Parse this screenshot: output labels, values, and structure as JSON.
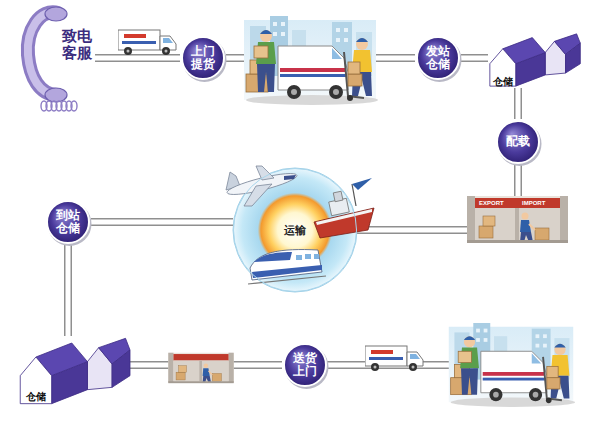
{
  "diagram": {
    "nodes": [
      {
        "text": [
          "致电客服"
        ]
      },
      {
        "text": [
          "上门提货"
        ]
      },
      {
        "text": [
          "发站仓储"
        ]
      },
      {
        "text": [
          "仓储"
        ]
      },
      {
        "text": [
          "配载"
        ]
      },
      {
        "text": [
          "运输"
        ]
      },
      {
        "text": [
          "到站仓储"
        ]
      },
      {
        "text": [
          "仓储"
        ]
      },
      {
        "text": [
          "送货上门"
        ]
      }
    ],
    "edges": [
      {
        "from": 0,
        "to": 1,
        "arrow": "none"
      },
      {
        "from": 1,
        "to": 2,
        "arrow": "none"
      },
      {
        "from": 2,
        "to": 3,
        "arrow": "none"
      },
      {
        "from": 3,
        "to": 4,
        "arrow": "none"
      },
      {
        "from": 4,
        "to": 5,
        "arrow": "none"
      },
      {
        "from": 5,
        "to": 6,
        "arrow": "none"
      },
      {
        "from": 6,
        "to": 7,
        "arrow": "none"
      },
      {
        "from": 7,
        "to": 8,
        "arrow": "none"
      }
    ],
    "labels": [
      "EXPORT",
      "IMPORT"
    ]
  }
}
